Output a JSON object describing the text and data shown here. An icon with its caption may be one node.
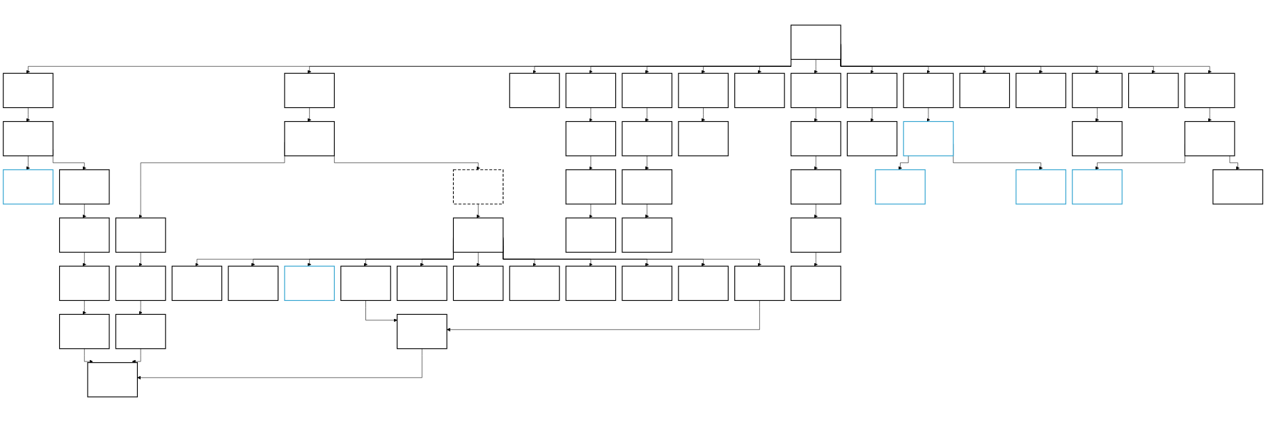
{
  "diagram": {
    "nodes": [
      {
        "text": [],
        "shape": "box"
      },
      {
        "text": [],
        "shape": "box"
      },
      {
        "text": [],
        "shape": "box"
      },
      {
        "text": [],
        "shape": "box"
      },
      {
        "text": [],
        "shape": "box"
      },
      {
        "text": [],
        "shape": "box"
      },
      {
        "text": [],
        "shape": "box"
      },
      {
        "text": [],
        "shape": "box"
      },
      {
        "text": [],
        "shape": "box"
      },
      {
        "text": [],
        "shape": "box"
      },
      {
        "text": [],
        "shape": "box"
      },
      {
        "text": [],
        "shape": "box"
      },
      {
        "text": [],
        "shape": "box"
      },
      {
        "text": [],
        "shape": "box"
      },
      {
        "text": [],
        "shape": "box"
      },
      {
        "text": [],
        "shape": "box"
      },
      {
        "text": [],
        "shape": "box"
      },
      {
        "text": [],
        "shape": "box"
      },
      {
        "text": [],
        "shape": "box"
      },
      {
        "text": [],
        "shape": "box"
      },
      {
        "text": [],
        "shape": "box"
      },
      {
        "text": [],
        "shape": "box"
      },
      {
        "text": [],
        "shape": "box"
      },
      {
        "text": [],
        "shape": "box"
      },
      {
        "text": [],
        "shape": "box"
      },
      {
        "text": [],
        "shape": "box"
      },
      {
        "text": [],
        "shape": "box"
      },
      {
        "text": [],
        "shape": "box"
      },
      {
        "text": [],
        "shape": "box"
      },
      {
        "text": [],
        "shape": "box"
      },
      {
        "text": [],
        "shape": "box"
      },
      {
        "text": [],
        "shape": "box"
      },
      {
        "text": [],
        "shape": "box"
      },
      {
        "text": [],
        "shape": "box"
      },
      {
        "text": [],
        "shape": "box"
      },
      {
        "text": [],
        "shape": "box"
      },
      {
        "text": [],
        "shape": "box"
      },
      {
        "text": [],
        "shape": "box"
      },
      {
        "text": [],
        "shape": "box"
      },
      {
        "text": [],
        "shape": "box"
      },
      {
        "text": [],
        "shape": "box"
      },
      {
        "text": [],
        "shape": "box"
      },
      {
        "text": [],
        "shape": "box"
      },
      {
        "text": [],
        "shape": "box"
      },
      {
        "text": [],
        "shape": "box"
      },
      {
        "text": [],
        "shape": "box"
      },
      {
        "text": [],
        "shape": "box"
      },
      {
        "text": [],
        "shape": "box"
      },
      {
        "text": [],
        "shape": "box"
      },
      {
        "text": [],
        "shape": "box"
      },
      {
        "text": [],
        "shape": "box"
      },
      {
        "text": [],
        "shape": "box"
      },
      {
        "text": [],
        "shape": "box"
      },
      {
        "text": [],
        "shape": "box"
      },
      {
        "text": [],
        "shape": "box"
      },
      {
        "text": [],
        "shape": "box"
      },
      {
        "text": [],
        "shape": "box"
      },
      {
        "text": [],
        "shape": "box"
      },
      {
        "text": [],
        "shape": "box"
      },
      {
        "text": [],
        "shape": "box"
      }
    ],
    "edges": [
      {
        "from": 0,
        "to": 1,
        "arrow": "to"
      },
      {
        "from": 0,
        "to": 2,
        "arrow": "to"
      },
      {
        "from": 0,
        "to": 3,
        "arrow": "to"
      },
      {
        "from": 0,
        "to": 4,
        "arrow": "to"
      },
      {
        "from": 0,
        "to": 5,
        "arrow": "to"
      },
      {
        "from": 0,
        "to": 6,
        "arrow": "to"
      },
      {
        "from": 0,
        "to": 7,
        "arrow": "to"
      },
      {
        "from": 0,
        "to": 8,
        "arrow": "to"
      },
      {
        "from": 0,
        "to": 9,
        "arrow": "to"
      },
      {
        "from": 0,
        "to": 10,
        "arrow": "to"
      },
      {
        "from": 0,
        "to": 11,
        "arrow": "to"
      },
      {
        "from": 0,
        "to": 12,
        "arrow": "to"
      },
      {
        "from": 0,
        "to": 13,
        "arrow": "to"
      },
      {
        "from": 0,
        "to": 14,
        "arrow": "to"
      },
      {
        "from": 0,
        "to": 15,
        "arrow": "to"
      },
      {
        "from": 1,
        "to": 16,
        "arrow": "to"
      },
      {
        "from": 16,
        "to": 26,
        "arrow": "to"
      },
      {
        "from": 16,
        "to": 27,
        "arrow": "to"
      },
      {
        "from": 27,
        "to": 37,
        "arrow": "to"
      },
      {
        "from": 37,
        "to": 44,
        "arrow": "to"
      },
      {
        "from": 44,
        "to": 49,
        "arrow": "to"
      },
      {
        "from": 49,
        "to": 59,
        "arrow": "to"
      },
      {
        "from": 2,
        "to": 17,
        "arrow": "to"
      },
      {
        "from": 17,
        "to": 28,
        "arrow": "to"
      },
      {
        "from": 28,
        "to": 38,
        "arrow": "to"
      },
      {
        "from": 38,
        "to": 45,
        "arrow": "to"
      },
      {
        "from": 45,
        "to": 59,
        "arrow": "to"
      },
      {
        "from": 17,
        "to": 29,
        "arrow": "to"
      },
      {
        "from": 29,
        "to": 39,
        "arrow": "to"
      },
      {
        "from": 39,
        "to": 46,
        "arrow": "to"
      },
      {
        "from": 39,
        "to": 47,
        "arrow": "to"
      },
      {
        "from": 39,
        "to": 43,
        "arrow": "to"
      },
      {
        "from": 39,
        "to": 50,
        "arrow": "to"
      },
      {
        "from": 39,
        "to": 51,
        "arrow": "to"
      },
      {
        "from": 39,
        "to": 52,
        "arrow": "to"
      },
      {
        "from": 39,
        "to": 53,
        "arrow": "to"
      },
      {
        "from": 39,
        "to": 54,
        "arrow": "to"
      },
      {
        "from": 39,
        "to": 55,
        "arrow": "to"
      },
      {
        "from": 39,
        "to": 56,
        "arrow": "to"
      },
      {
        "from": 39,
        "to": 57,
        "arrow": "to"
      },
      {
        "from": 50,
        "to": 58,
        "arrow": "to"
      },
      {
        "from": 57,
        "to": 58,
        "arrow": "to"
      },
      {
        "from": 58,
        "to": 59,
        "arrow": "to"
      },
      {
        "from": 4,
        "to": 18,
        "arrow": "to"
      },
      {
        "from": 18,
        "to": 30,
        "arrow": "to"
      },
      {
        "from": 30,
        "to": 40,
        "arrow": "to"
      },
      {
        "from": 5,
        "to": 19,
        "arrow": "to"
      },
      {
        "from": 19,
        "to": 31,
        "arrow": "to"
      },
      {
        "from": 31,
        "to": 41,
        "arrow": "to"
      },
      {
        "from": 6,
        "to": 20,
        "arrow": "to"
      },
      {
        "from": 8,
        "to": 21,
        "arrow": "to"
      },
      {
        "from": 21,
        "to": 32,
        "arrow": "to"
      },
      {
        "from": 32,
        "to": 42,
        "arrow": "to"
      },
      {
        "from": 42,
        "to": 48,
        "arrow": "to"
      },
      {
        "from": 9,
        "to": 22,
        "arrow": "to"
      },
      {
        "from": 10,
        "to": 23,
        "arrow": "to"
      },
      {
        "from": 23,
        "to": 33,
        "arrow": "to"
      },
      {
        "from": 23,
        "to": 34,
        "arrow": "to"
      },
      {
        "from": 13,
        "to": 24,
        "arrow": "to"
      },
      {
        "from": 15,
        "to": 25,
        "arrow": "to"
      },
      {
        "from": 25,
        "to": 35,
        "arrow": "to"
      },
      {
        "from": 25,
        "to": 36,
        "arrow": "to"
      }
    ]
  }
}
